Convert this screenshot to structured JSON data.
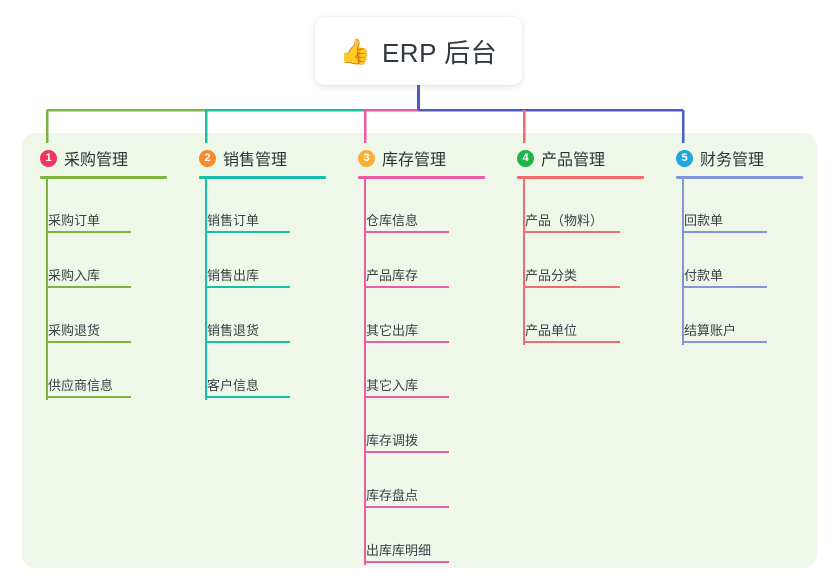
{
  "root": {
    "icon": "thumbs-up-icon",
    "emoji": "👍",
    "title": "ERP 后台"
  },
  "theme": {
    "panel_bg": "#eff7e9",
    "page_bg": "#ffffff",
    "root_bg": "#ffffff",
    "trunk_color": "#4a5bc4",
    "text_color": "#3a3f45"
  },
  "columns": [
    {
      "index": "1",
      "title": "采购管理",
      "badge_color": "#f0365e",
      "line_color": "#7cb342",
      "connector_color": "#7cb342",
      "items": [
        {
          "label": "采购订单"
        },
        {
          "label": "采购入库"
        },
        {
          "label": "采购退货"
        },
        {
          "label": "供应商信息"
        }
      ]
    },
    {
      "index": "2",
      "title": "销售管理",
      "badge_color": "#f58a2e",
      "line_color": "#15c0a8",
      "connector_color": "#15c0a8",
      "items": [
        {
          "label": "销售订单"
        },
        {
          "label": "销售出库"
        },
        {
          "label": "销售退货"
        },
        {
          "label": "客户信息"
        }
      ]
    },
    {
      "index": "3",
      "title": "库存管理",
      "badge_color": "#f8b133",
      "line_color": "#ed5ba4",
      "connector_color": "#ed5ba4",
      "items": [
        {
          "label": "仓库信息"
        },
        {
          "label": "产品库存"
        },
        {
          "label": "其它出库"
        },
        {
          "label": "其它入库"
        },
        {
          "label": "库存调拨"
        },
        {
          "label": "库存盘点"
        },
        {
          "label": "出库库明细"
        }
      ]
    },
    {
      "index": "4",
      "title": "产品管理",
      "badge_color": "#1fb34a",
      "line_color": "#f4696b",
      "connector_color": "#f4696b",
      "items": [
        {
          "label": "产品（物料）"
        },
        {
          "label": "产品分类"
        },
        {
          "label": "产品单位"
        }
      ]
    },
    {
      "index": "5",
      "title": "财务管理",
      "badge_color": "#1ea7e0",
      "line_color": "#8096d8",
      "connector_color": "#4a5bc4",
      "items": [
        {
          "label": "回款单"
        },
        {
          "label": "付款单"
        },
        {
          "label": "结算账户"
        }
      ]
    }
  ]
}
